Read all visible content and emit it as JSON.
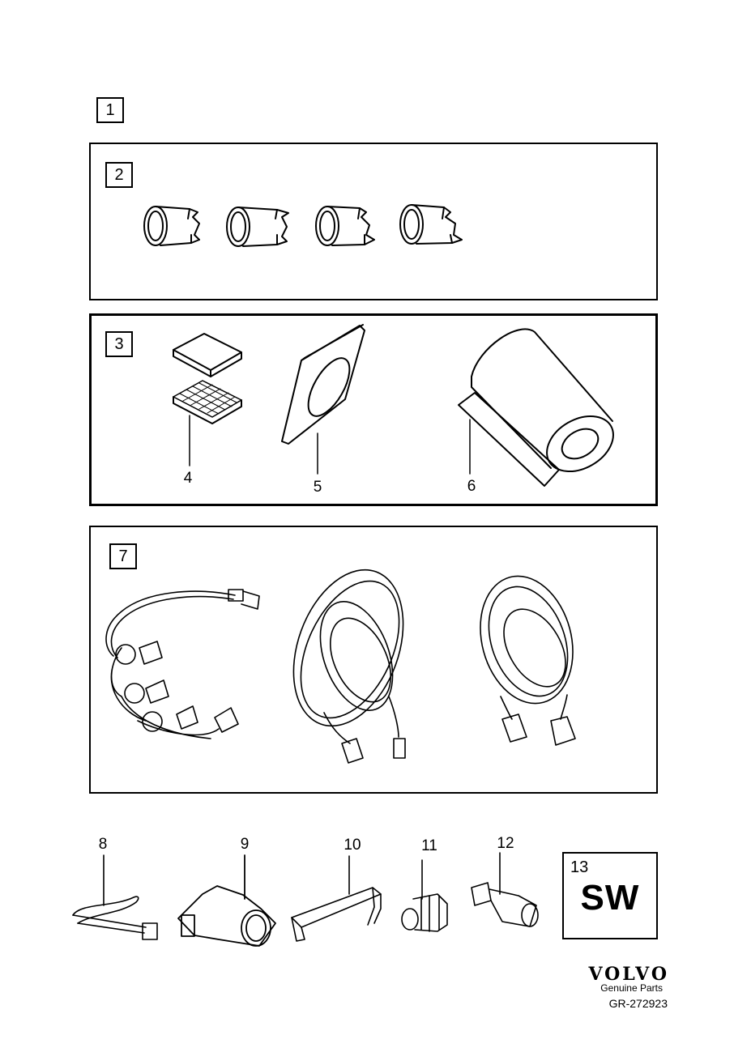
{
  "labels": {
    "kit": "1",
    "group_holders": "2",
    "group_mounting": "3",
    "pads": "4",
    "gasket": "5",
    "tape": "6",
    "group_harness": "7",
    "cable_tie": "8",
    "sensor": "9",
    "bracket": "10",
    "grommet": "11",
    "connector": "12",
    "software": "13"
  },
  "software_label": "SW",
  "footer": {
    "brand": "VOLVO",
    "subtitle": "Genuine Parts",
    "reference": "GR-272923"
  },
  "icons": [
    "sensor-holder-icon",
    "foam-pad-icon",
    "gasket-icon",
    "tape-roll-icon",
    "wiring-harness-icon",
    "cable-tie-icon",
    "parking-sensor-icon",
    "bracket-icon",
    "grommet-icon",
    "connector-icon"
  ]
}
